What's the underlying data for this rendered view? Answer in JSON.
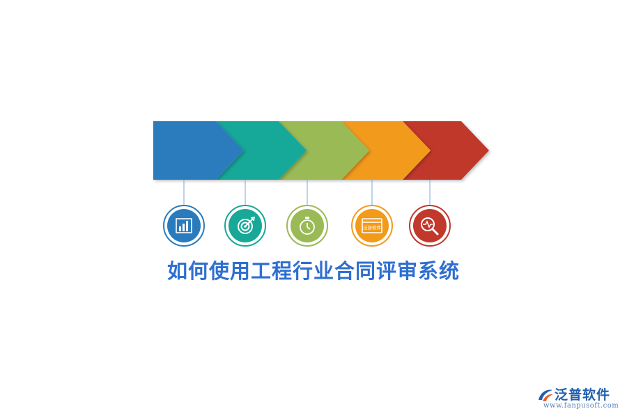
{
  "title": "如何使用工程行业合同评审系统",
  "logo": {
    "name": "泛普软件",
    "url": "www.fanpusoft.com",
    "icon": "fanpu-logo-icon"
  },
  "colors": {
    "title": "#2f6fd0",
    "line": "#7aa7d8",
    "logo_name": "#1f5fae",
    "logo_url": "#5a7fb8",
    "logo_accent": "#e8612c"
  },
  "steps": [
    {
      "color": "#2a7bbd",
      "icon": "bar-chart-icon"
    },
    {
      "color": "#17a898",
      "icon": "target-icon"
    },
    {
      "color": "#9aba56",
      "icon": "stopwatch-icon"
    },
    {
      "color": "#f29a1a",
      "icon": "browser-window-icon",
      "icon_text": "泛普软件"
    },
    {
      "color": "#c0392b",
      "icon": "magnifier-pulse-icon"
    }
  ]
}
